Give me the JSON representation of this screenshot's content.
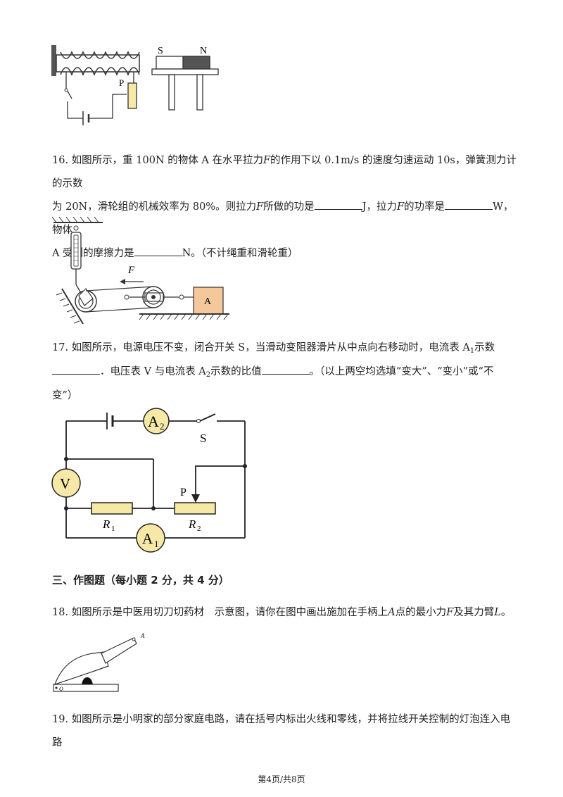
{
  "fig15": {
    "s_label": "S",
    "n_label": "N",
    "p_label": "P"
  },
  "q16": {
    "line1": "16. 如图所示，重 100N 的物体 A 在水平拉力",
    "f": "F",
    "line1b": "的作用下以 0.1m/s 的速度匀速运动 10s，弹簧测力计的示数",
    "line2a": "为 20N，滑轮组的机械效率为 80%。则拉力",
    "line2b": "所做的功是",
    "line2c": "J，拉力",
    "line2d": "的功率是",
    "line2e": "W，物体",
    "line3a": "A 受到的摩擦力是",
    "line3b": "N。（不计绳重和滑轮重）",
    "fig_f": "F",
    "fig_a": "A"
  },
  "q17": {
    "line1": "17. 如图所示，电源电压不变，闭合开关 S，当滑动变阻器滑片从中点向右移动时，电流表 A",
    "sub1": "1",
    "line1b": "示数",
    "line2a": "．电压表 V 与电流表 A",
    "sub2": "2",
    "line2b": "示数的比值",
    "line2c": "。（以上两空均选填“变大”、“变小”或“不",
    "line3": "变”）",
    "fig": {
      "a2": "A",
      "a2_sub": "2",
      "s": "S",
      "v": "V",
      "p": "P",
      "r1": "R",
      "r1_sub": "1",
      "r2": "R",
      "r2_sub": "2",
      "a1": "A",
      "a1_sub": "1"
    }
  },
  "section3": "三、作图题（每小题 2 分，共 4 分）",
  "q18": {
    "text_a": "18. 如图所示是中医用切刀切药材　示意图，请你在图中画出施加在手柄上",
    "a": "A",
    "text_b": "点的最小力",
    "f": "F",
    "text_c": "及其力臂",
    "l": "L",
    "text_d": "。",
    "fig_a": "A",
    "fig_o": "O"
  },
  "q19": {
    "text": "19. 如图所示是小明家的部分家庭电路，请在括号内标出火线和零线，并将拉线开关控制的灯泡连入电路"
  },
  "footer": "第4页/共8页"
}
